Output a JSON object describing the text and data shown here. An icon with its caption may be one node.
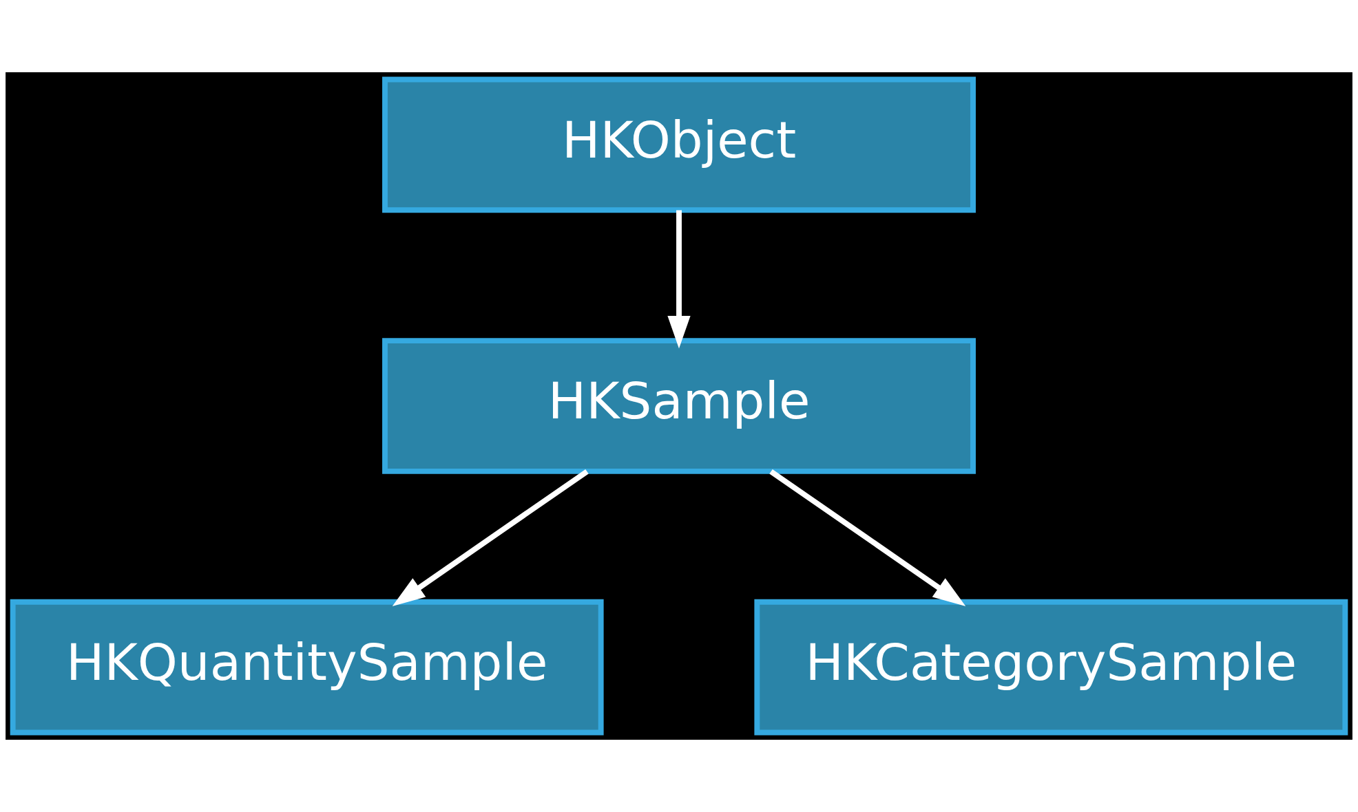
{
  "diagram": {
    "nodes": [
      {
        "text": [
          "HKObject"
        ]
      },
      {
        "text": [
          "HKSample"
        ]
      },
      {
        "text": [
          "HKQuantitySample"
        ]
      },
      {
        "text": [
          "HKCategorySample"
        ]
      }
    ],
    "edges": [
      {
        "from": 0,
        "to": 1,
        "arrow": "to"
      },
      {
        "from": 1,
        "to": 2,
        "arrow": "to"
      },
      {
        "from": 1,
        "to": 3,
        "arrow": "to"
      }
    ]
  }
}
